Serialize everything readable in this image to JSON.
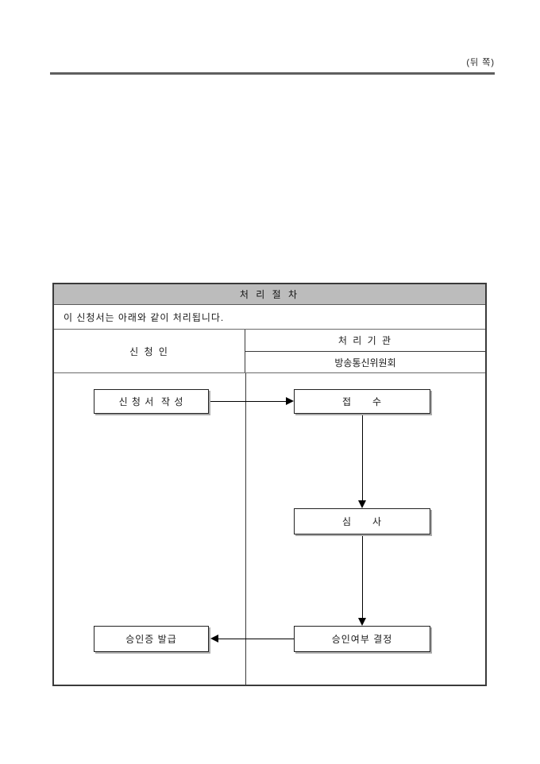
{
  "page": {
    "back_label": "(뒤 쪽)"
  },
  "table": {
    "title": "처 리 절 차",
    "note": "이 신청서는 아래와 같이 처리됩니다.",
    "applicant_header": "신 청 인",
    "agency_header": "처 리 기 관",
    "agency_name": "방송통신위원회"
  },
  "flow": {
    "write": "신 청 서  작 성",
    "receipt": "접      수",
    "review": "심      사",
    "decision": "승인여부 결정",
    "issue": "승인증 발급"
  },
  "colors": {
    "title_header_bg": "#bcbcbc",
    "top_rule": "#5f5f5f",
    "table_border": "#3a3a3a",
    "arrow": "#000000"
  }
}
